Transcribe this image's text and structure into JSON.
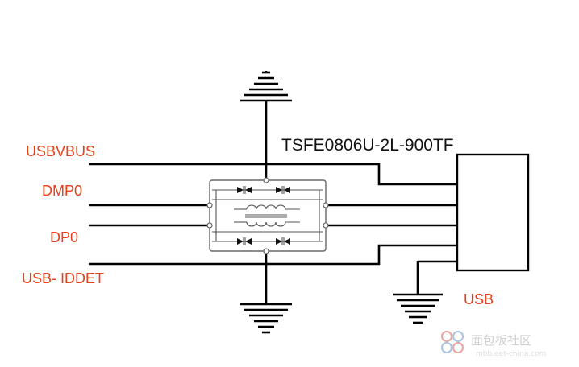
{
  "labels": {
    "usbvbus": "USBVBUS",
    "dmp0": "DMP0",
    "dp0": "DP0",
    "usb_iddet": "USB- IDDET",
    "part_number": "TSFE0806U-2L-900TF",
    "connector": "USB"
  },
  "colors": {
    "signal_label": "#e8401c",
    "wire": "#000000",
    "component_outline": "#555555"
  },
  "watermark": {
    "text": "面包板社区",
    "url": "mbb.eet-china.com"
  }
}
